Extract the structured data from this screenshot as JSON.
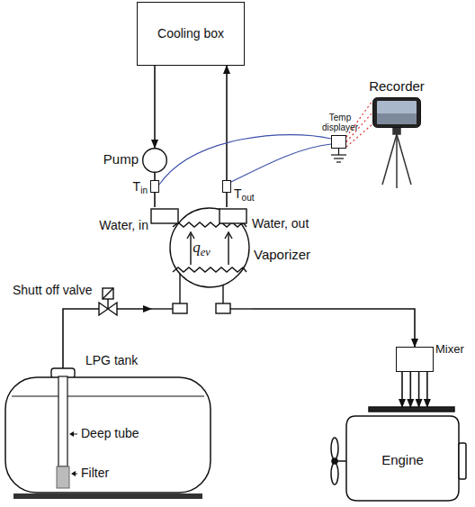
{
  "diagram": {
    "nodes": [
      {
        "text": [
          "Cooling box"
        ]
      },
      {
        "text": [
          "Pump"
        ]
      },
      {
        "text": [
          "Tin"
        ]
      },
      {
        "text": [
          "Tout"
        ]
      },
      {
        "text": [
          "Temp displayer"
        ]
      },
      {
        "text": [
          "Recorder"
        ]
      },
      {
        "text": [
          "qev",
          "Vaporizer"
        ]
      },
      {
        "text": [
          "Mixer"
        ]
      },
      {
        "text": [
          "LPG tank",
          "Deep tube",
          "Filter"
        ]
      },
      {
        "text": [
          "Engine"
        ]
      }
    ],
    "edges": [
      {
        "from": 0,
        "to": 1,
        "arrow": "to"
      },
      {
        "from": 1,
        "to": 2,
        "arrow": "none"
      },
      {
        "from": 2,
        "to": 6,
        "arrow": "none"
      },
      {
        "from": 6,
        "to": 3,
        "arrow": "none"
      },
      {
        "from": 3,
        "to": 0,
        "arrow": "to"
      },
      {
        "from": 2,
        "to": 4,
        "arrow": "none"
      },
      {
        "from": 3,
        "to": 4,
        "arrow": "none"
      },
      {
        "from": 4,
        "to": 5,
        "arrow": "none"
      },
      {
        "from": 8,
        "to": 6,
        "arrow": "to"
      },
      {
        "from": 6,
        "to": 7,
        "arrow": "to"
      },
      {
        "from": 7,
        "to": 9,
        "arrow": "to"
      }
    ],
    "labels": [
      "Water, in",
      "Water, out",
      "Shutt off valve"
    ]
  }
}
